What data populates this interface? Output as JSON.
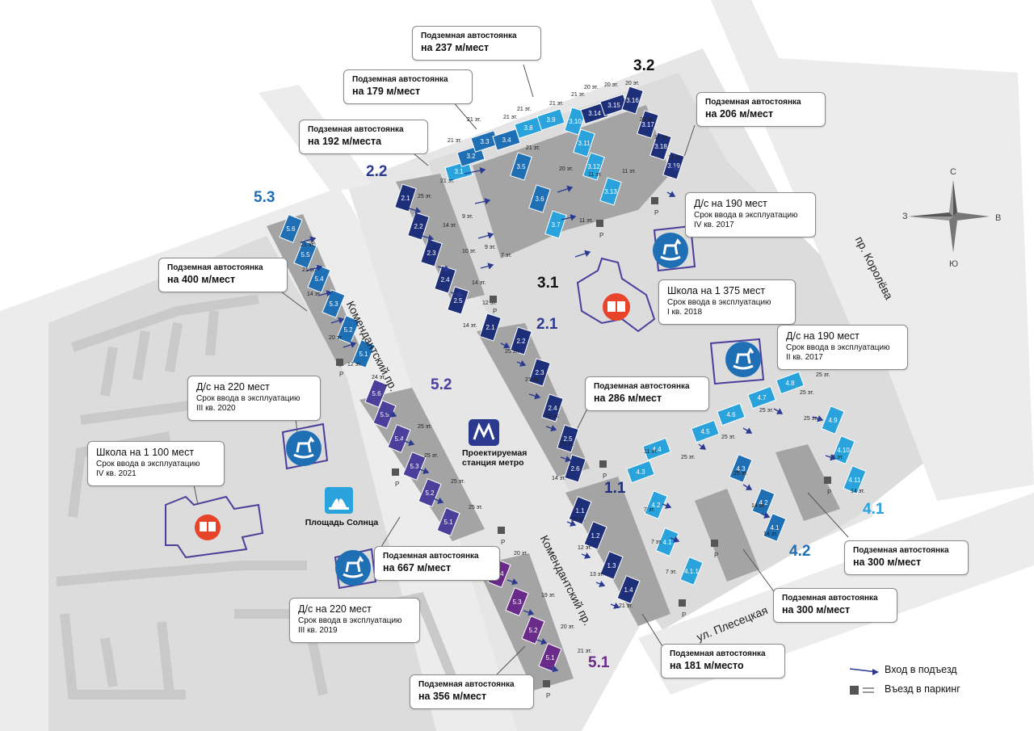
{
  "phases": [
    {
      "id": "3.2",
      "label": "3.2",
      "color": "#111111"
    },
    {
      "id": "2.2",
      "label": "2.2",
      "color": "#2b3a8f"
    },
    {
      "id": "5.3",
      "label": "5.3",
      "color": "#1f6fb5"
    },
    {
      "id": "3.1",
      "label": "3.1",
      "color": "#111111"
    },
    {
      "id": "2.1",
      "label": "2.1",
      "color": "#2b3a8f"
    },
    {
      "id": "5.2",
      "label": "5.2",
      "color": "#4a3f9a"
    },
    {
      "id": "1.1",
      "label": "1.1",
      "color": "#1e2f7a"
    },
    {
      "id": "4.1",
      "label": "4.1",
      "color": "#2aa3dc"
    },
    {
      "id": "4.2",
      "label": "4.2",
      "color": "#1f6fb5"
    },
    {
      "id": "5.1",
      "label": "5.1",
      "color": "#6a2a8a"
    }
  ],
  "callouts": {
    "p237": {
      "l1": "Подземная автостоянка",
      "l2": "на 237 м/мест"
    },
    "p179": {
      "l1": "Подземная автостоянка",
      "l2": "на 179 м/мест"
    },
    "p192": {
      "l1": "Подземная автостоянка",
      "l2": "на 192 м/места"
    },
    "p206": {
      "l1": "Подземная автостоянка",
      "l2": "на 206 м/мест"
    },
    "ds190a": {
      "l1": "Д/с на 190 мест",
      "l2": "Срок ввода в эксплуатацию",
      "l3": "IV кв. 2017"
    },
    "school1375": {
      "l1": "Школа на 1 375 мест",
      "l2": "Срок ввода в эксплуатацию",
      "l3": "I кв. 2018"
    },
    "ds190b": {
      "l1": "Д/с на 190 мест",
      "l2": "Срок ввода в эксплуатацию",
      "l3": "II кв. 2017"
    },
    "p400": {
      "l1": "Подземная автостоянка",
      "l2": "на 400 м/мест"
    },
    "p286": {
      "l1": "Подземная автостоянка",
      "l2": "на 286 м/мест"
    },
    "ds220a": {
      "l1": "Д/с на 220 мест",
      "l2": "Срок ввода в эксплуатацию",
      "l3": "III кв. 2020"
    },
    "school1100": {
      "l1": "Школа на 1 100 мест",
      "l2": "Срок ввода в эксплуатацию",
      "l3": "IV кв. 2021"
    },
    "p667": {
      "l1": "Подземная автостоянка",
      "l2": "на 667 м/мест"
    },
    "ds220b": {
      "l1": "Д/с на 220 мест",
      "l2": "Срок ввода в эксплуатацию",
      "l3": "III кв. 2019"
    },
    "p300a": {
      "l1": "Подземная автостоянка",
      "l2": "на 300 м/мест"
    },
    "p300b": {
      "l1": "Подземная автостоянка",
      "l2": "на 300 м/мест"
    },
    "p181": {
      "l1": "Подземная автостоянка",
      "l2": "на 181 м/место"
    },
    "p356": {
      "l1": "Подземная автостоянка",
      "l2": "на 356 м/мест"
    }
  },
  "streets": {
    "komend1": "Комендантский пр.",
    "komend2": "Комендантский пр.",
    "korolev": "пр. Королёва",
    "plesetskaya": "ул. Плесецкая"
  },
  "poi": {
    "metro": {
      "line1": "Проектируемая",
      "line2": "станция метро"
    },
    "square": "Площадь Солнца",
    "parking_letter": "P"
  },
  "compass": {
    "n": "С",
    "s": "Ю",
    "w": "З",
    "e": "В"
  },
  "legend": {
    "entrance": "Вход в подъезд",
    "parking": "Въезд в паркинг"
  },
  "sections": [
    {
      "l": "3.1",
      "c": "#2aa3dc"
    },
    {
      "l": "3.2",
      "c": "#1f6fb5"
    },
    {
      "l": "3.3",
      "c": "#1f6fb5"
    },
    {
      "l": "3.4",
      "c": "#1f6fb5"
    },
    {
      "l": "3.5",
      "c": "#1f6fb5"
    },
    {
      "l": "3.6",
      "c": "#1f6fb5"
    },
    {
      "l": "3.7",
      "c": "#2aa3dc"
    },
    {
      "l": "3.8",
      "c": "#2aa3dc"
    },
    {
      "l": "3.9",
      "c": "#2aa3dc"
    },
    {
      "l": "3.10",
      "c": "#2aa3dc"
    },
    {
      "l": "3.11",
      "c": "#2aa3dc"
    },
    {
      "l": "3.12",
      "c": "#2aa3dc"
    },
    {
      "l": "3.13",
      "c": "#2aa3dc"
    },
    {
      "l": "3.14",
      "c": "#1e2f7a"
    },
    {
      "l": "3.15",
      "c": "#1e2f7a"
    },
    {
      "l": "3.16",
      "c": "#1e2f7a"
    },
    {
      "l": "3.17",
      "c": "#1e2f7a"
    },
    {
      "l": "3.18",
      "c": "#1e2f7a"
    },
    {
      "l": "3.19",
      "c": "#1e2f7a"
    },
    {
      "l": "2.1",
      "c": "#1e2f7a"
    },
    {
      "l": "2.2",
      "c": "#1e2f7a"
    },
    {
      "l": "2.3",
      "c": "#1e2f7a"
    },
    {
      "l": "2.4",
      "c": "#1e2f7a"
    },
    {
      "l": "2.5",
      "c": "#1e2f7a"
    },
    {
      "l": "2.1",
      "c": "#1e2f7a"
    },
    {
      "l": "2.2",
      "c": "#1e2f7a"
    },
    {
      "l": "2.3",
      "c": "#1e2f7a"
    },
    {
      "l": "2.4",
      "c": "#1e2f7a"
    },
    {
      "l": "2.5",
      "c": "#1e2f7a"
    },
    {
      "l": "2.6",
      "c": "#1e2f7a"
    },
    {
      "l": "5.6",
      "c": "#1f6fb5"
    },
    {
      "l": "5.5",
      "c": "#1f6fb5"
    },
    {
      "l": "5.4",
      "c": "#1f6fb5"
    },
    {
      "l": "5.3",
      "c": "#1f6fb5"
    },
    {
      "l": "5.2",
      "c": "#1f6fb5"
    },
    {
      "l": "5.1",
      "c": "#1f6fb5"
    },
    {
      "l": "5.6",
      "c": "#4a3f9a"
    },
    {
      "l": "5.5",
      "c": "#4a3f9a"
    },
    {
      "l": "5.4",
      "c": "#4a3f9a"
    },
    {
      "l": "5.3",
      "c": "#4a3f9a"
    },
    {
      "l": "5.2",
      "c": "#4a3f9a"
    },
    {
      "l": "5.1",
      "c": "#4a3f9a"
    },
    {
      "l": "1.1",
      "c": "#1e2f7a"
    },
    {
      "l": "1.2",
      "c": "#1e2f7a"
    },
    {
      "l": "1.3",
      "c": "#1e2f7a"
    },
    {
      "l": "1.4",
      "c": "#1e2f7a"
    },
    {
      "l": "5.4",
      "c": "#6a2a8a"
    },
    {
      "l": "5.3",
      "c": "#6a2a8a"
    },
    {
      "l": "5.2",
      "c": "#6a2a8a"
    },
    {
      "l": "5.1",
      "c": "#6a2a8a"
    },
    {
      "l": "4.1",
      "c": "#2aa3dc"
    },
    {
      "l": "4.2",
      "c": "#2aa3dc"
    },
    {
      "l": "4.3",
      "c": "#2aa3dc"
    },
    {
      "l": "4.4",
      "c": "#2aa3dc"
    },
    {
      "l": "4.5",
      "c": "#2aa3dc"
    },
    {
      "l": "4.6",
      "c": "#2aa3dc"
    },
    {
      "l": "4.7",
      "c": "#2aa3dc"
    },
    {
      "l": "4.8",
      "c": "#2aa3dc"
    },
    {
      "l": "4.9",
      "c": "#2aa3dc"
    },
    {
      "l": "4.10",
      "c": "#2aa3dc"
    },
    {
      "l": "4.11",
      "c": "#2aa3dc"
    },
    {
      "l": "4.1.1",
      "c": "#2aa3dc"
    },
    {
      "l": "4.1",
      "c": "#1f6fb5"
    },
    {
      "l": "4.2",
      "c": "#1f6fb5"
    },
    {
      "l": "4.3",
      "c": "#1f6fb5"
    }
  ],
  "floors": [
    "21 эт.",
    "20 эт.",
    "25 эт.",
    "14 эт.",
    "12 эт.",
    "11 эт.",
    "9 эт.",
    "7 эт.",
    "10 эт.",
    "24 эт.",
    "23 эт.",
    "13 эт.",
    "19 эт."
  ]
}
